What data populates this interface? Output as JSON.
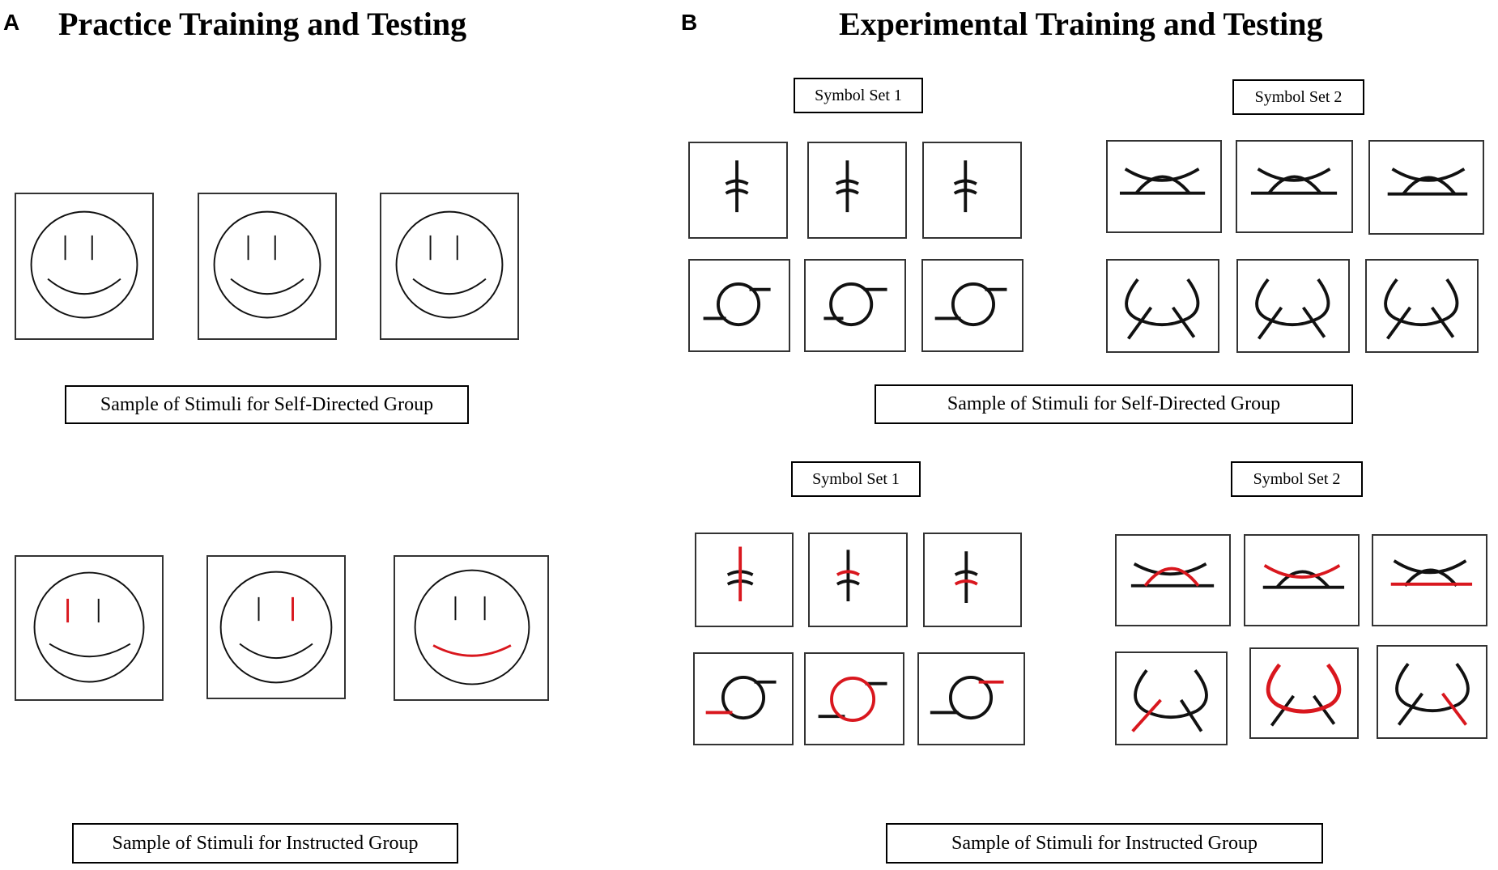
{
  "panel_a": {
    "letter": "A",
    "title": "Practice Training and Testing",
    "self_directed_label": "Sample of Stimuli for Self-Directed Group",
    "instructed_label": "Sample of Stimuli for Instructed Group",
    "self_directed_highlights": [
      "none",
      "none",
      "none"
    ],
    "instructed_highlights": [
      "left-eye",
      "right-eye",
      "mouth"
    ]
  },
  "panel_b": {
    "letter": "B",
    "title": "Experimental Training and Testing",
    "self_directed": {
      "symbol_set_1_label": "Symbol Set 1",
      "symbol_set_2_label": "Symbol Set 2",
      "label": "Sample of Stimuli for Self-Directed Group"
    },
    "instructed": {
      "symbol_set_1_label": "Symbol Set 1",
      "symbol_set_2_label": "Symbol Set 2",
      "label": "Sample of Stimuli for Instructed Group"
    }
  },
  "colors": {
    "highlight": "#d9171e",
    "stroke": "#111111"
  }
}
